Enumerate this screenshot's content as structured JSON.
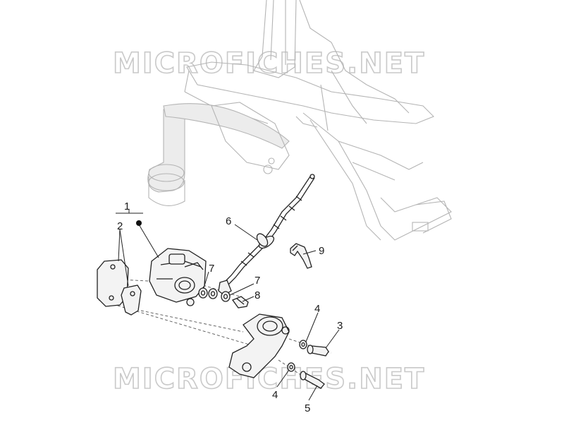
{
  "diagram": {
    "watermarks": [
      "MICROFICHES.NET",
      "MICROFICHES.NET"
    ],
    "callouts": [
      {
        "id": "c1",
        "text": "1"
      },
      {
        "id": "c2",
        "text": "2"
      },
      {
        "id": "c3",
        "text": "3"
      },
      {
        "id": "c4a",
        "text": "4"
      },
      {
        "id": "c4b",
        "text": "4"
      },
      {
        "id": "c5",
        "text": "5"
      },
      {
        "id": "c6",
        "text": "6"
      },
      {
        "id": "c7a",
        "text": "7"
      },
      {
        "id": "c7b",
        "text": "7"
      },
      {
        "id": "c8",
        "text": "8"
      },
      {
        "id": "c9",
        "text": "9"
      }
    ]
  }
}
